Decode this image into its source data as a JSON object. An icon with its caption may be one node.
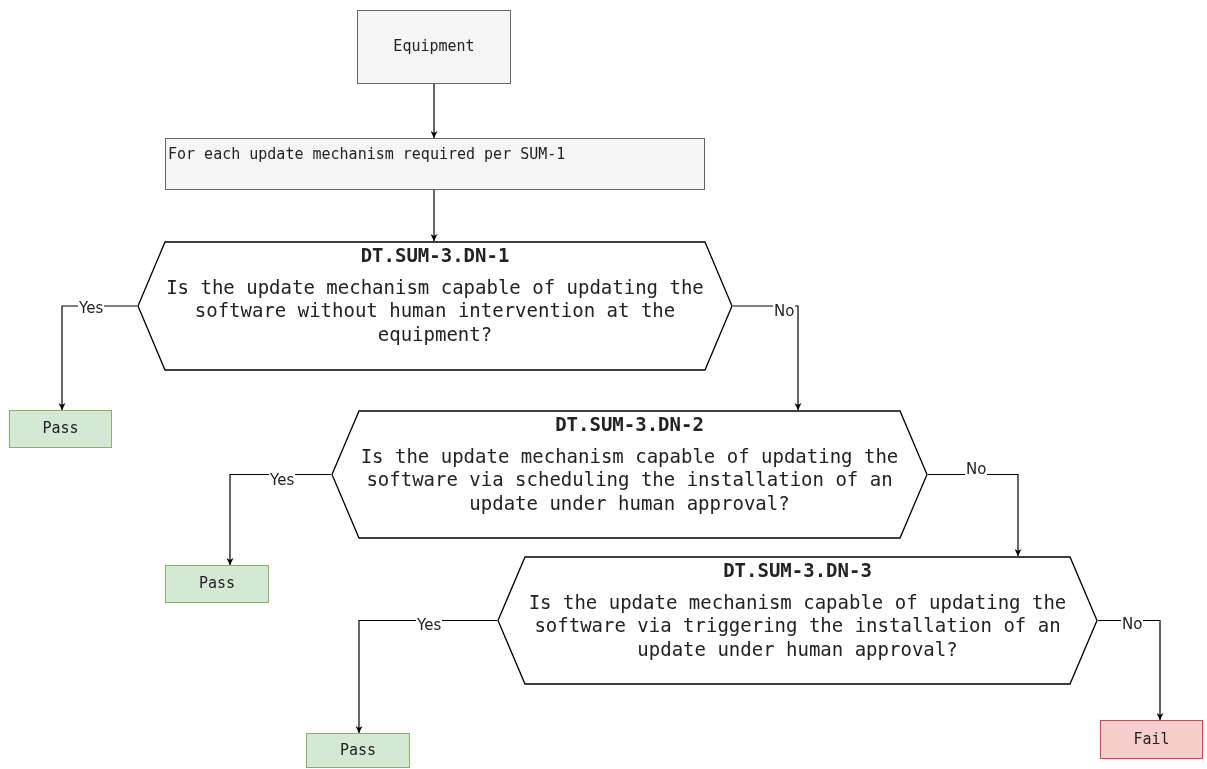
{
  "diagram": {
    "nodes": [
      {
        "text": [
          "Equipment"
        ]
      },
      {
        "text": [
          "For each update mechanism required per SUM-1"
        ]
      },
      {
        "text": [
          "DT.SUM-3.DN-1",
          "Is the update mechanism capable of updating the software without human intervention at the equipment?"
        ]
      },
      {
        "text": [
          "Pass"
        ]
      },
      {
        "text": [
          "DT.SUM-3.DN-2",
          "Is the update mechanism capable of updating the software via scheduling the installation of an update under human approval?"
        ]
      },
      {
        "text": [
          "Pass"
        ]
      },
      {
        "text": [
          "DT.SUM-3.DN-3",
          "Is the update mechanism capable of updating the software via triggering the installation of an update under human approval?"
        ]
      },
      {
        "text": [
          "Pass"
        ]
      },
      {
        "text": [
          "Fail"
        ]
      }
    ],
    "edges": [
      {
        "from": 0,
        "to": 1,
        "arrow": "to"
      },
      {
        "from": 1,
        "to": 2,
        "arrow": "to"
      },
      {
        "from": 2,
        "to": 3,
        "arrow": "to",
        "label": "Yes"
      },
      {
        "from": 2,
        "to": 4,
        "arrow": "to",
        "label": "No"
      },
      {
        "from": 4,
        "to": 5,
        "arrow": "to",
        "label": "Yes"
      },
      {
        "from": 4,
        "to": 6,
        "arrow": "to",
        "label": "No"
      },
      {
        "from": 6,
        "to": 7,
        "arrow": "to",
        "label": "Yes"
      },
      {
        "from": 6,
        "to": 8,
        "arrow": "to",
        "label": "No"
      }
    ]
  }
}
